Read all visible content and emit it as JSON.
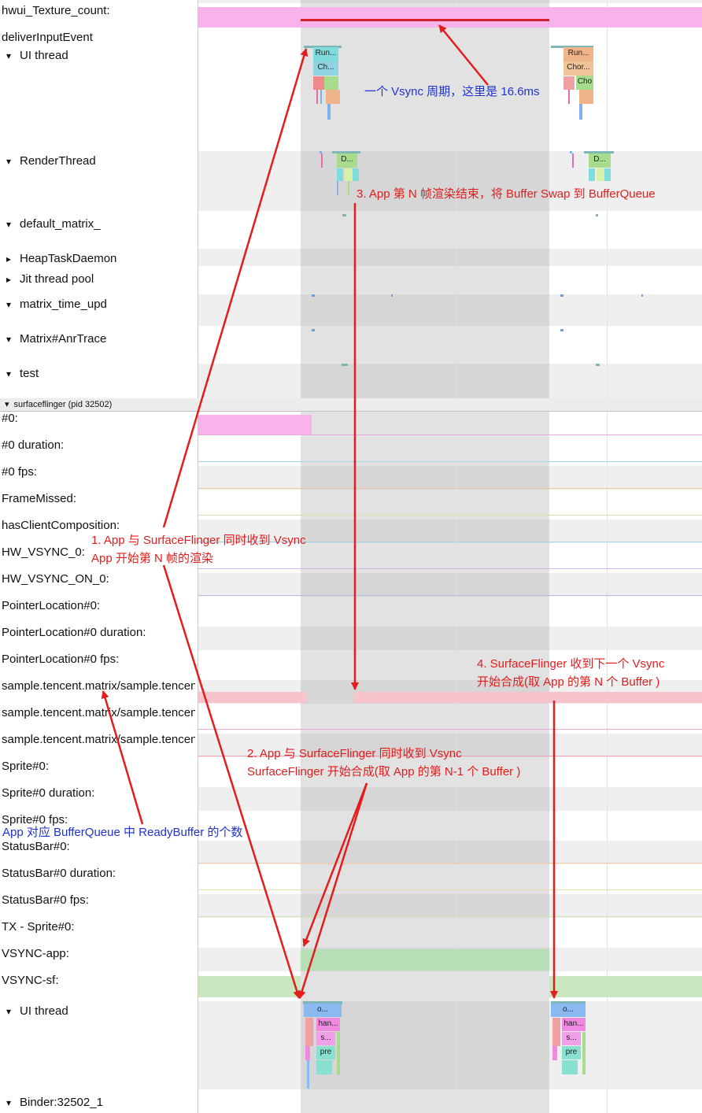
{
  "track_labels": [
    {
      "text": "hwui_Texture_count:",
      "toggle": ""
    },
    {
      "text": "deliverInputEvent",
      "toggle": ""
    },
    {
      "text": "UI thread",
      "toggle": "▾"
    },
    {
      "text": "RenderThread",
      "toggle": "▾"
    },
    {
      "text": "default_matrix_",
      "toggle": "▾"
    },
    {
      "text": "HeapTaskDaemon",
      "toggle": "▸"
    },
    {
      "text": "Jit thread pool",
      "toggle": "▸"
    },
    {
      "text": "matrix_time_upd",
      "toggle": "▾"
    },
    {
      "text": "Matrix#AnrTrace",
      "toggle": "▾"
    },
    {
      "text": "test",
      "toggle": "▾"
    }
  ],
  "process_header": {
    "toggle": "▾",
    "text": "surfaceflinger (pid 32502)"
  },
  "sf_labels": [
    {
      "text": "#0:",
      "toggle": ""
    },
    {
      "text": "#0 duration:",
      "toggle": ""
    },
    {
      "text": "#0 fps:",
      "toggle": ""
    },
    {
      "text": "FrameMissed:",
      "toggle": ""
    },
    {
      "text": "hasClientComposition:",
      "toggle": ""
    },
    {
      "text": "HW_VSYNC_0:",
      "toggle": ""
    },
    {
      "text": "HW_VSYNC_ON_0:",
      "toggle": ""
    },
    {
      "text": "PointerLocation#0:",
      "toggle": ""
    },
    {
      "text": "PointerLocation#0 duration:",
      "toggle": ""
    },
    {
      "text": "PointerLocation#0 fps:",
      "toggle": ""
    },
    {
      "text": "sample.tencent.matrix/sample.tencent",
      "toggle": ""
    },
    {
      "text": "sample.tencent.matrix/sample.tencent",
      "toggle": ""
    },
    {
      "text": "sample.tencent.matrix/sample.tencent",
      "toggle": ""
    },
    {
      "text": "Sprite#0:",
      "toggle": ""
    },
    {
      "text": "Sprite#0 duration:",
      "toggle": ""
    },
    {
      "text": "Sprite#0 fps:",
      "toggle": ""
    },
    {
      "text": "StatusBar#0:",
      "toggle": ""
    },
    {
      "text": "StatusBar#0 duration:",
      "toggle": ""
    },
    {
      "text": "StatusBar#0 fps:",
      "toggle": ""
    },
    {
      "text": "TX - Sprite#0:",
      "toggle": ""
    },
    {
      "text": "VSYNC-app:",
      "toggle": ""
    },
    {
      "text": "VSYNC-sf:",
      "toggle": ""
    },
    {
      "text": "UI thread",
      "toggle": "▾"
    },
    {
      "text": "Binder:32502_1",
      "toggle": "▾"
    }
  ],
  "slices": {
    "ui1_run": "Run...",
    "ui1_ch": "Ch...",
    "ui2_run": "Run...",
    "ui2_chor": "Chor...",
    "ui2_cho": "Cho",
    "rt1": "D...",
    "rt2": "D...",
    "sf1_o": "o...",
    "sf1_han": "han...",
    "sf1_s": "s...",
    "sf1_pre": "pre",
    "sf2_o": "o...",
    "sf2_han": "han...",
    "sf2_s": "s...",
    "sf2_pre": "pre"
  },
  "annotations": {
    "vsync_period": "一个 Vsync 周期，这里是 16.6ms",
    "step3": "3. App 第 N 帧渲染结束，将 Buffer Swap 到 BufferQueue",
    "step1_line1": "1. App 与 SurfaceFlinger 同时收到 Vsync",
    "step1_line2": "App 开始第 N 帧的渲染",
    "step4_line1": "4. SurfaceFlinger 收到下一个 Vsync",
    "step4_line2": "开始合成(取 App 的第 N 个 Buffer )",
    "step2_line1": "2. App 与 SurfaceFlinger 同时收到 Vsync",
    "step2_line2": "SurfaceFlinger 开始合成(取 App 的第 N-1 个 Buffer )",
    "readybuffer": "App 对应 BufferQueue 中 ReadyBuffer 的个数"
  },
  "colors": {
    "annotation_red": "#e31c1c",
    "annotation_blue": "#1f33d4",
    "counter_pink": "#f7b3ea",
    "vsync_green": "#b6dfb6",
    "readybuffer_pink": "#f7c4cc"
  }
}
